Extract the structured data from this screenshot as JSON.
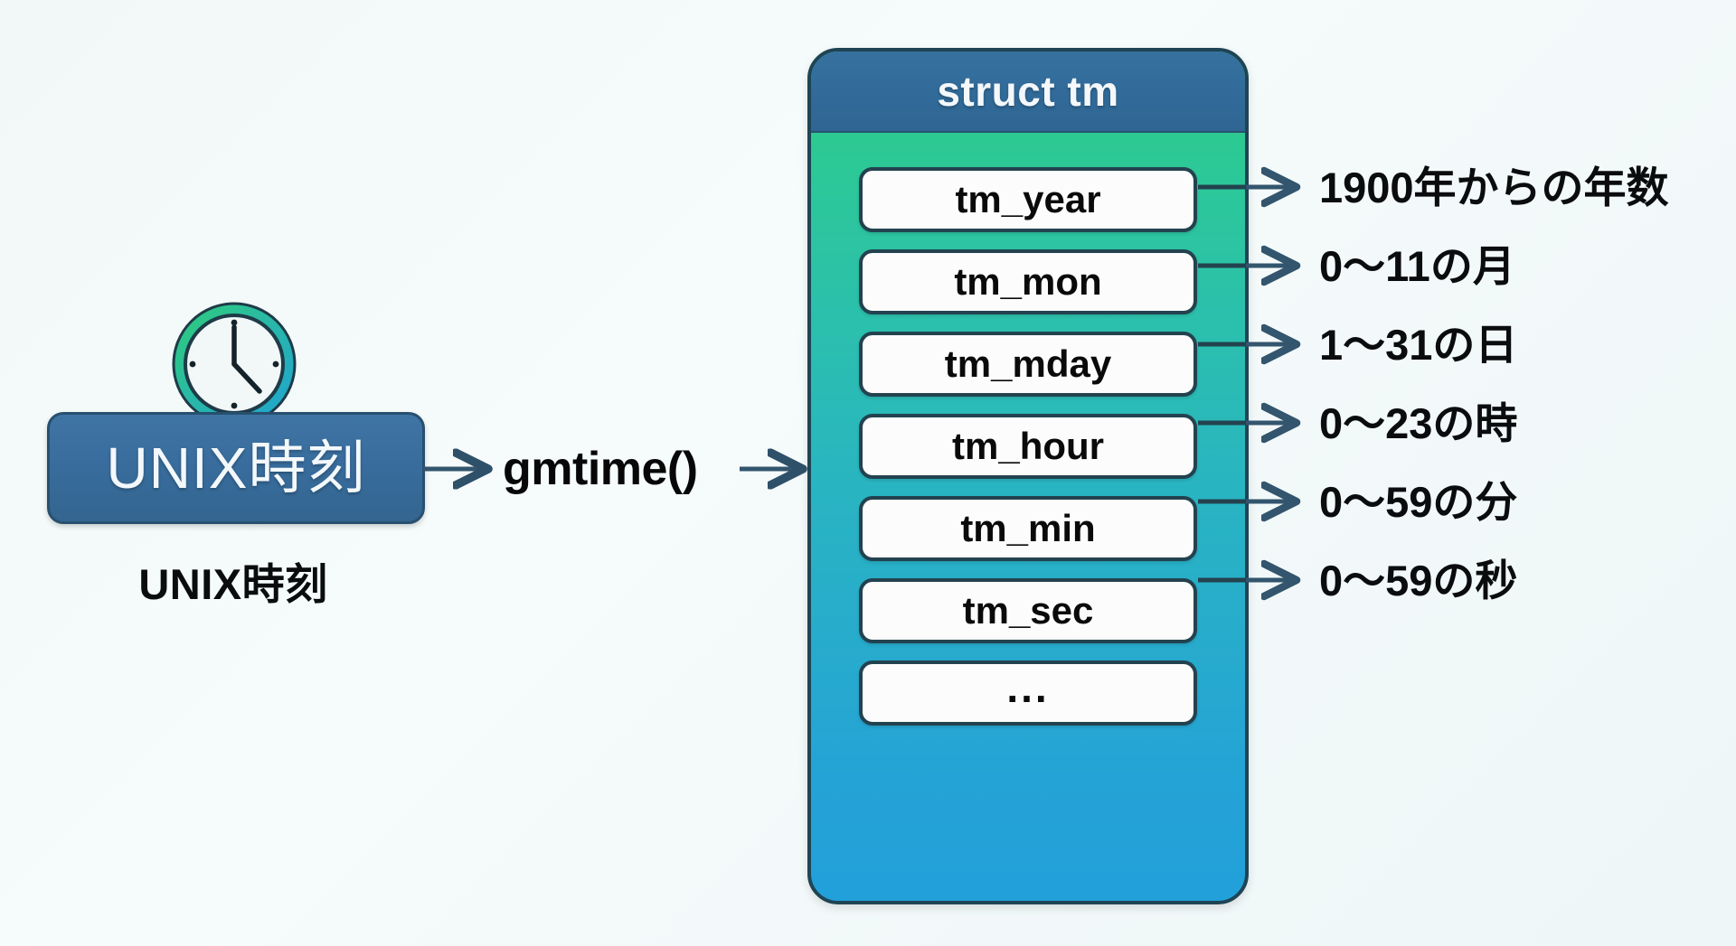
{
  "diagram": {
    "title_implicit": "UNIX time to struct tm conversion",
    "source": {
      "box_label": "UNIX時刻",
      "caption": "UNIX時刻",
      "icon": "clock-icon"
    },
    "function": {
      "label": "gmtime()"
    },
    "struct": {
      "header": "struct tm",
      "fields": [
        {
          "name": "tm_year",
          "description": "1900年からの年数"
        },
        {
          "name": "tm_mon",
          "description": "0〜11の月"
        },
        {
          "name": "tm_mday",
          "description": "1〜31の日"
        },
        {
          "name": "tm_hour",
          "description": "0〜23の時"
        },
        {
          "name": "tm_min",
          "description": "0〜59の分"
        },
        {
          "name": "tm_sec",
          "description": "0〜59の秒"
        },
        {
          "name": "...",
          "description": ""
        }
      ]
    },
    "colors": {
      "panel_header_blue": "#31689e",
      "panel_gradient_top": "#2ecc83",
      "panel_gradient_bottom": "#22a0da",
      "source_box_blue": "#386c9c",
      "border_dark": "#23424f",
      "arrow_blue": "#33556e",
      "background": "#f2f8f8",
      "field_box_white": "#fbfcfb",
      "text_dark": "#0a0c0e"
    }
  }
}
